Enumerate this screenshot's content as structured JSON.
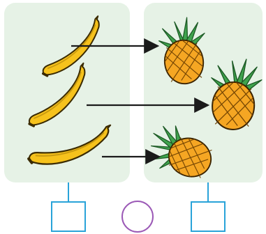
{
  "panels": {
    "left": {
      "fill": "#e6f2e6",
      "content": "banana-icon",
      "count": 3
    },
    "right": {
      "fill": "#e6f2e6",
      "content": "pineapple-icon",
      "count": 3
    }
  },
  "matching": {
    "arrow_color": "#1a1a1a",
    "pairs": 3
  },
  "answer_boxes": {
    "left_box": {
      "value": "",
      "stroke": "#29a3d9"
    },
    "compare_circle": {
      "value": "",
      "stroke": "#9b59b6"
    },
    "right_box": {
      "value": "",
      "stroke": "#29a3d9"
    }
  },
  "colors": {
    "banana": "#f6c21c",
    "banana_outline": "#3a2a00",
    "pineapple": "#f5a623",
    "pineapple_leaf": "#3fa34d",
    "connector": "#29a3d9"
  }
}
